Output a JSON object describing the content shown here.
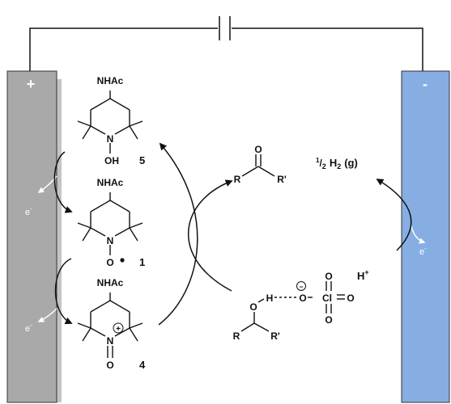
{
  "colors": {
    "anode": "#a9a9a9",
    "anode_shadow": "#c4c4c4",
    "cathode": "#86aee3",
    "line": "#111111"
  },
  "anode": {
    "sign": "+"
  },
  "cathode": {
    "sign": "-"
  },
  "electrons": {
    "anode_top": "e",
    "anode_bottom": "e",
    "cathode": "e",
    "superscript": "-"
  },
  "compounds": {
    "hydroxylamine": {
      "substituent": "NHAc",
      "n": "N",
      "oh": "OH",
      "number": "5"
    },
    "nitroxyl": {
      "substituent": "NHAc",
      "n": "N",
      "o": "O",
      "number": "1"
    },
    "oxoammonium": {
      "substituent": "NHAc",
      "n": "N",
      "o": "O",
      "number": "4",
      "charge": "+"
    }
  },
  "ketone": {
    "o": "O",
    "r": "R",
    "r_prime": "R'"
  },
  "alcohol": {
    "o": "O",
    "h": "H",
    "r": "R",
    "r_prime": "R'"
  },
  "perchlorate": {
    "o_left": "O",
    "cl": "Cl",
    "o_right": "O",
    "o_top": "O",
    "o_bottom": "O",
    "charge": "−"
  },
  "hydrogen": {
    "frac_num": "1",
    "frac_den": "2",
    "formula": "H",
    "subscript": "2",
    "state": "(g)"
  },
  "proton": {
    "h": "H",
    "charge": "+"
  }
}
